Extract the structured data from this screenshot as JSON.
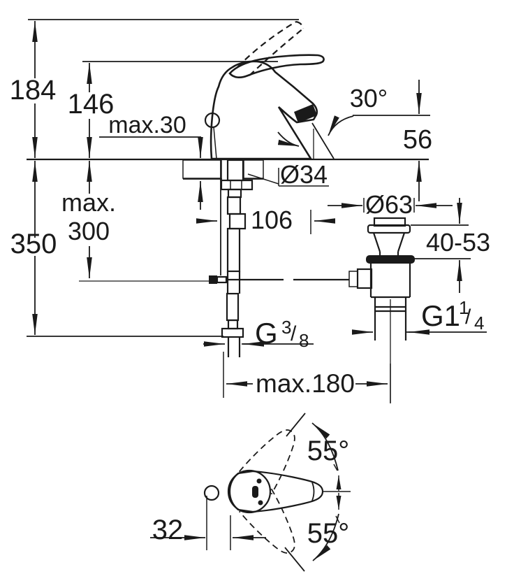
{
  "drawing": {
    "title_semantic": "faucet installation dimension drawing",
    "background": "#ffffff",
    "ink": "#1a1a1a",
    "labels": {
      "height_overall": "184",
      "height_to_lever": "146",
      "deck_thickness": "max.30",
      "spout_angle": "30°",
      "spout_outlet_height": "56",
      "hole_diameter": "Ø34",
      "hose_length_word": "max.",
      "hose_length_value": "300",
      "depth_total": "350",
      "spout_reach": "106",
      "waste_flange_diameter": "Ø63",
      "clamping_range": "40-53",
      "supply_thread": {
        "base": "G",
        "numerator": "3",
        "slash": "/",
        "denominator": "8"
      },
      "waste_thread": {
        "base": "G1",
        "numerator": "1",
        "slash": "/",
        "denominator": "4"
      },
      "rod_reach": "max.180",
      "swivel_angle_up": "55°",
      "swivel_angle_down": "55°",
      "handle_offset": "32"
    }
  }
}
